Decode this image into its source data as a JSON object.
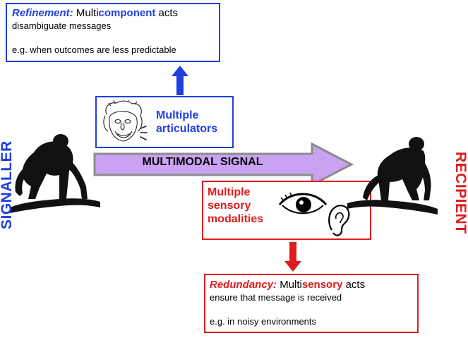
{
  "refinement": {
    "keyword": "Refinement:",
    "prefix": "Multi",
    "highlight": "component",
    "suffix": " acts",
    "line2": "disambiguate messages",
    "example": "e.g. when outcomes are less predictable"
  },
  "articulators": {
    "line1": "Multiple",
    "line2": "articulators"
  },
  "signal": {
    "label": "MULTIMODAL SIGNAL"
  },
  "sensory": {
    "line1": "Multiple",
    "line2": "sensory",
    "line3": "modalities"
  },
  "redundancy": {
    "keyword": "Redundancy:",
    "prefix": "Multi",
    "highlight": "sensory",
    "suffix": " acts",
    "line2": "ensure that message is received",
    "example": "e.g. in noisy environments"
  },
  "signaller": "SIGNALLER",
  "recipient": "RECIPIENT",
  "colors": {
    "blue": "#1f3fe0",
    "red": "#e01b1b",
    "arrow_fill": "#c9a2f2",
    "arrow_stroke": "#8c8c8c"
  }
}
